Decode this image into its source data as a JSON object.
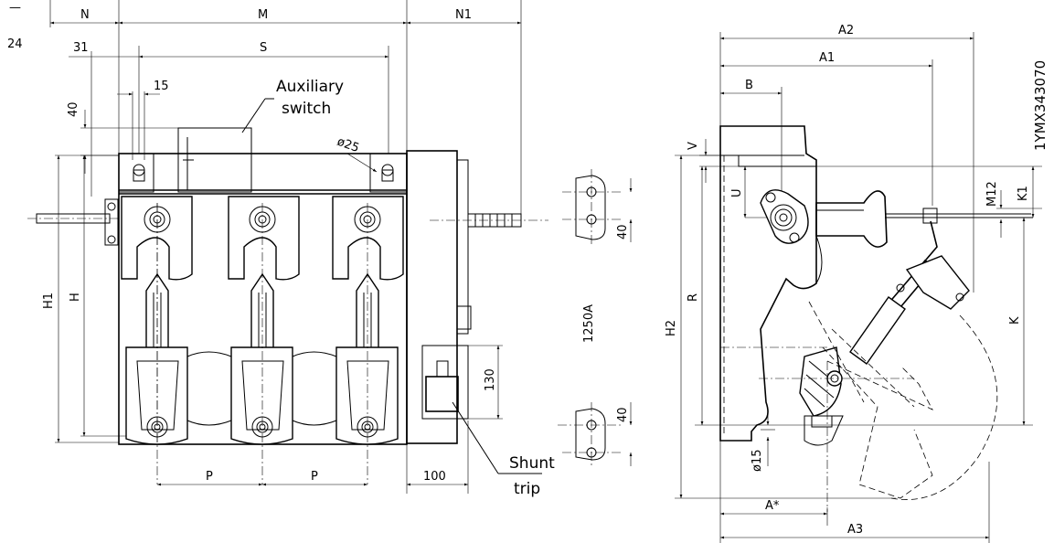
{
  "page": {
    "number": "24",
    "dash": "—"
  },
  "front_view": {
    "dims": {
      "N": "N",
      "M": "M",
      "N1": "N1",
      "S": "S",
      "d31": "31",
      "d15": "15",
      "d40": "40",
      "H1": "H1",
      "H": "H",
      "P1": "P",
      "P2": "P",
      "d100": "100",
      "d130": "130",
      "phi25": "ø25"
    },
    "labels": {
      "aux_line1": "Auxiliary",
      "aux_line2": "switch",
      "shunt_line1": "Shunt",
      "shunt_line2": "trip"
    }
  },
  "terminal_detail": {
    "d40a": "40",
    "d40b": "40",
    "rating": "1250A"
  },
  "side_view": {
    "dims": {
      "A2": "A2",
      "A1": "A1",
      "B": "B",
      "V": "V",
      "U": "U",
      "M12": "M12",
      "K1": "K1",
      "R": "R",
      "H2": "H2",
      "K": "K",
      "phi15": "ø15",
      "Astar": "A*",
      "A3": "A3"
    }
  },
  "reference": "1YMX343070"
}
